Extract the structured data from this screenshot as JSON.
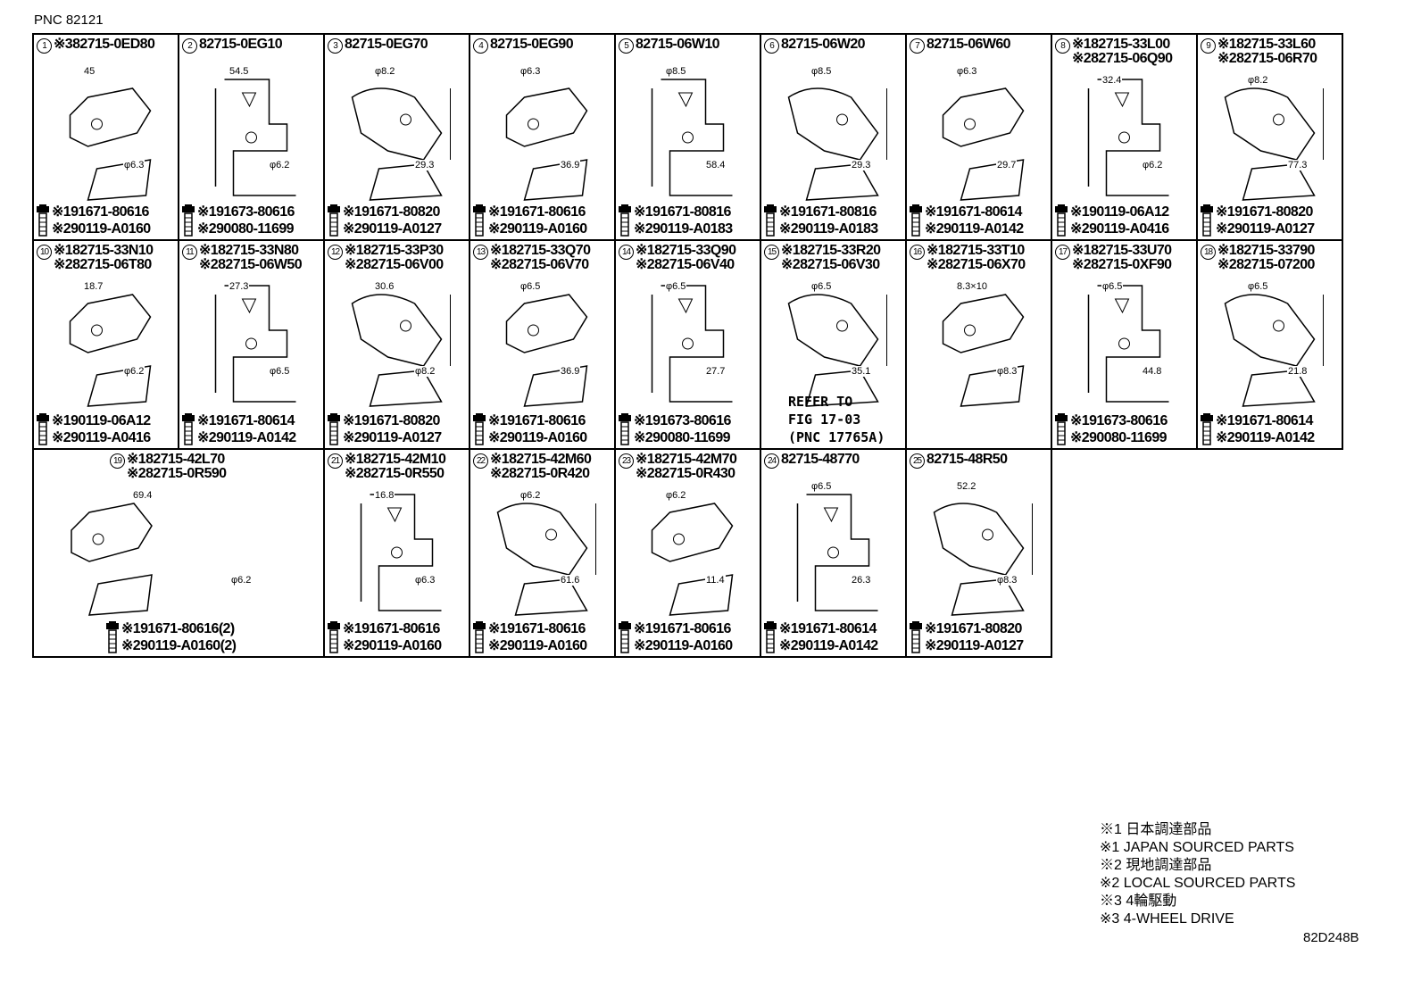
{
  "pnc_label": "PNC 82121",
  "diagram_code": "82D248B",
  "cells": [
    {
      "num": "1",
      "parts": [
        "※382715-0ED80"
      ],
      "fasteners": [
        "※191671-80616",
        "※290119-A0160"
      ],
      "dims": [
        "45",
        "φ6.3"
      ]
    },
    {
      "num": "2",
      "parts": [
        "82715-0EG10"
      ],
      "fasteners": [
        "※191673-80616",
        "※290080-11699"
      ],
      "dims": [
        "54.5",
        "φ6.2"
      ]
    },
    {
      "num": "3",
      "parts": [
        "82715-0EG70"
      ],
      "fasteners": [
        "※191671-80820",
        "※290119-A0127"
      ],
      "dims": [
        "φ8.2",
        "29.3"
      ]
    },
    {
      "num": "4",
      "parts": [
        "82715-0EG90"
      ],
      "fasteners": [
        "※191671-80616",
        "※290119-A0160"
      ],
      "dims": [
        "φ6.3",
        "36.9"
      ]
    },
    {
      "num": "5",
      "parts": [
        "82715-06W10"
      ],
      "fasteners": [
        "※191671-80816",
        "※290119-A0183"
      ],
      "dims": [
        "φ8.5",
        "58.4"
      ]
    },
    {
      "num": "6",
      "parts": [
        "82715-06W20"
      ],
      "fasteners": [
        "※191671-80816",
        "※290119-A0183"
      ],
      "dims": [
        "φ8.5",
        "29.3"
      ]
    },
    {
      "num": "7",
      "parts": [
        "82715-06W60"
      ],
      "fasteners": [
        "※191671-80614",
        "※290119-A0142"
      ],
      "dims": [
        "φ6.3",
        "29.7"
      ]
    },
    {
      "num": "8",
      "parts": [
        "※182715-33L00",
        "※282715-06Q90"
      ],
      "fasteners": [
        "※190119-06A12",
        "※290119-A0416"
      ],
      "dims": [
        "32.4",
        "φ6.2"
      ]
    },
    {
      "num": "9",
      "parts": [
        "※182715-33L60",
        "※282715-06R70"
      ],
      "fasteners": [
        "※191671-80820",
        "※290119-A0127"
      ],
      "dims": [
        "φ8.2",
        "77.3"
      ]
    },
    {
      "num": "10",
      "parts": [
        "※182715-33N10",
        "※282715-06T80"
      ],
      "fasteners": [
        "※190119-06A12",
        "※290119-A0416"
      ],
      "dims": [
        "18.7",
        "φ6.2"
      ]
    },
    {
      "num": "11",
      "parts": [
        "※182715-33N80",
        "※282715-06W50"
      ],
      "fasteners": [
        "※191671-80614",
        "※290119-A0142"
      ],
      "dims": [
        "27.3",
        "φ6.5"
      ]
    },
    {
      "num": "12",
      "parts": [
        "※182715-33P30",
        "※282715-06V00"
      ],
      "fasteners": [
        "※191671-80820",
        "※290119-A0127"
      ],
      "dims": [
        "30.6",
        "φ8.2"
      ]
    },
    {
      "num": "13",
      "parts": [
        "※182715-33Q70",
        "※282715-06V70"
      ],
      "fasteners": [
        "※191671-80616",
        "※290119-A0160"
      ],
      "dims": [
        "φ6.5",
        "36.9"
      ]
    },
    {
      "num": "14",
      "parts": [
        "※182715-33Q90",
        "※282715-06V40"
      ],
      "fasteners": [
        "※191673-80616",
        "※290080-11699"
      ],
      "dims": [
        "φ6.5",
        "27.7"
      ]
    },
    {
      "num": "15",
      "parts": [
        "※182715-33R20",
        "※282715-06V30"
      ],
      "refer": [
        "REFER TO",
        "FIG 17-03",
        "(PNC 17765A)"
      ],
      "dims": [
        "φ6.5",
        "35.1"
      ]
    },
    {
      "num": "16",
      "parts": [
        "※182715-33T10",
        "※282715-06X70"
      ],
      "dims": [
        "8.3×10",
        "φ8.3"
      ]
    },
    {
      "num": "17",
      "parts": [
        "※182715-33U70",
        "※282715-0XF90"
      ],
      "fasteners": [
        "※191673-80616",
        "※290080-11699"
      ],
      "dims": [
        "φ6.5",
        "44.8"
      ]
    },
    {
      "num": "18",
      "parts": [
        "※182715-33790",
        "※282715-07200"
      ],
      "fasteners": [
        "※191671-80614",
        "※290119-A0142"
      ],
      "dims": [
        "φ6.5",
        "21.8"
      ]
    },
    {
      "num": "19",
      "parts": [
        "※182715-42L70",
        "※282715-0R590"
      ],
      "fasteners": [
        "※191671-80616(2)",
        "※290119-A0160(2)"
      ],
      "dims": [
        "69.4",
        "φ6.2"
      ]
    },
    {
      "num": "21",
      "parts": [
        "※182715-42M10",
        "※282715-0R550"
      ],
      "fasteners": [
        "※191671-80616",
        "※290119-A0160"
      ],
      "dims": [
        "16.8",
        "φ6.3"
      ]
    },
    {
      "num": "22",
      "parts": [
        "※182715-42M60",
        "※282715-0R420"
      ],
      "fasteners": [
        "※191671-80616",
        "※290119-A0160"
      ],
      "dims": [
        "φ6.2",
        "61.6"
      ]
    },
    {
      "num": "23",
      "parts": [
        "※182715-42M70",
        "※282715-0R430"
      ],
      "fasteners": [
        "※191671-80616",
        "※290119-A0160"
      ],
      "dims": [
        "φ6.2",
        "11.4"
      ]
    },
    {
      "num": "24",
      "parts": [
        "82715-48770"
      ],
      "fasteners": [
        "※191671-80614",
        "※290119-A0142"
      ],
      "dims": [
        "φ6.5",
        "26.3"
      ]
    },
    {
      "num": "25",
      "parts": [
        "82715-48R50"
      ],
      "fasteners": [
        "※191671-80820",
        "※290119-A0127"
      ],
      "dims": [
        "52.2",
        "φ8.3"
      ]
    }
  ],
  "legend": [
    "※1 日本調達部品",
    "※1 JAPAN SOURCED PARTS",
    "※2 現地調達部品",
    "※2 LOCAL SOURCED PARTS",
    "※3 4輪駆動",
    "※3 4-WHEEL DRIVE"
  ]
}
